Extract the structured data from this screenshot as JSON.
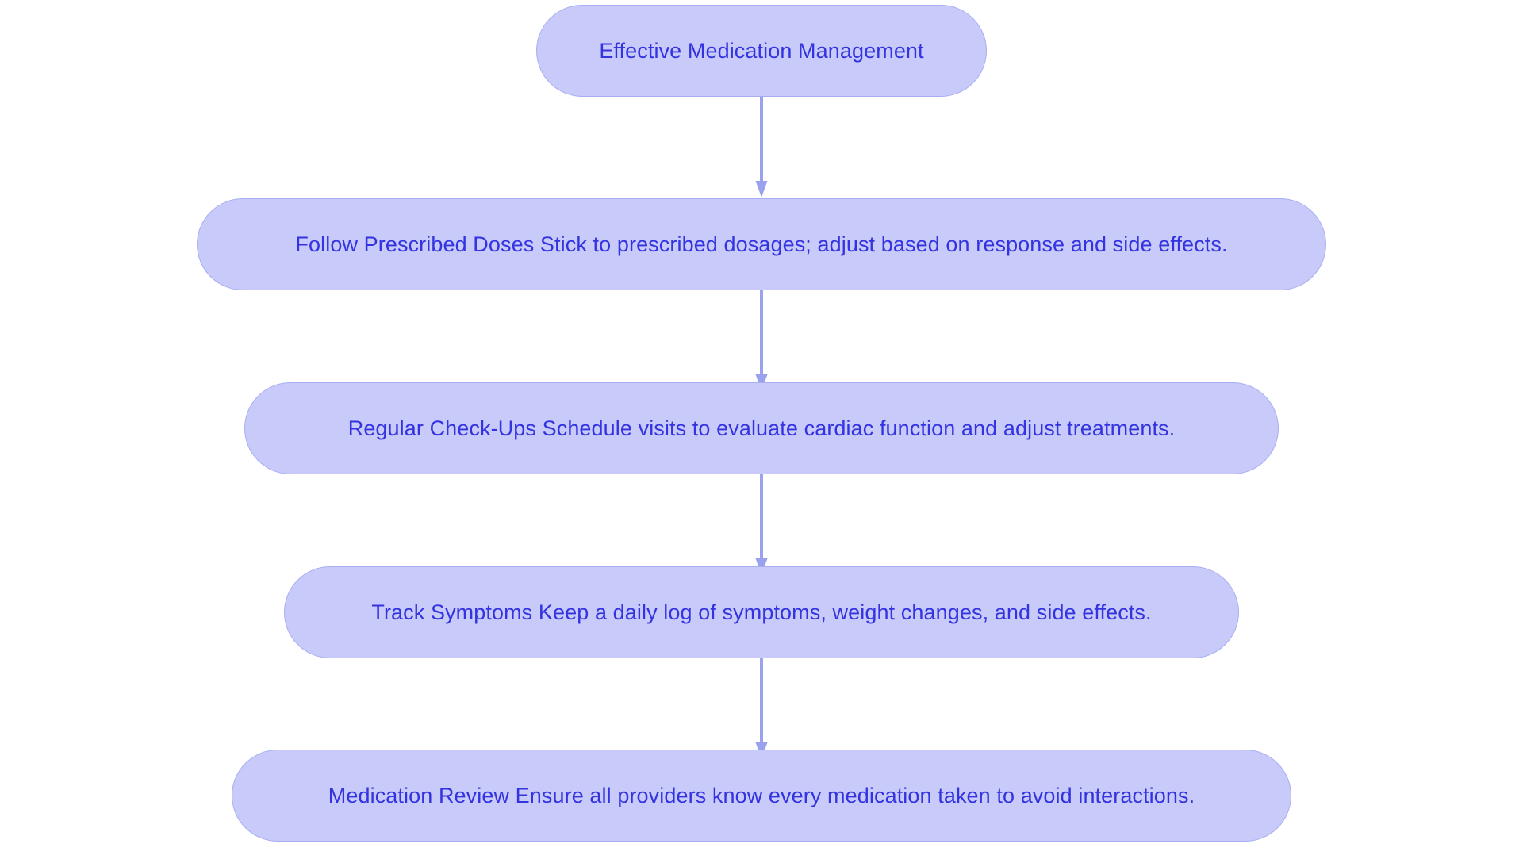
{
  "diagram": {
    "type": "flowchart",
    "orientation": "top-to-bottom",
    "background_color": "#ffffff",
    "node_fill_color": "#c8caf9",
    "node_border_color": "#a9aef2",
    "node_text_color": "#3333e0",
    "connector_color": "#9aa2f0",
    "nodes": [
      {
        "id": "node-1",
        "label": "Effective Medication Management"
      },
      {
        "id": "node-2",
        "label": "Follow Prescribed Doses Stick to prescribed dosages; adjust based on response and side effects."
      },
      {
        "id": "node-3",
        "label": "Regular Check-Ups Schedule visits to evaluate cardiac function and adjust treatments."
      },
      {
        "id": "node-4",
        "label": "Track Symptoms Keep a daily log of symptoms, weight changes, and side effects."
      },
      {
        "id": "node-5",
        "label": "Medication Review Ensure all providers know every medication taken to avoid interactions."
      }
    ],
    "edges": [
      {
        "id": "edge-1",
        "from": "node-1",
        "to": "node-2"
      },
      {
        "id": "edge-2",
        "from": "node-2",
        "to": "node-3"
      },
      {
        "id": "edge-3",
        "from": "node-3",
        "to": "node-4"
      },
      {
        "id": "edge-4",
        "from": "node-4",
        "to": "node-5"
      }
    ]
  }
}
